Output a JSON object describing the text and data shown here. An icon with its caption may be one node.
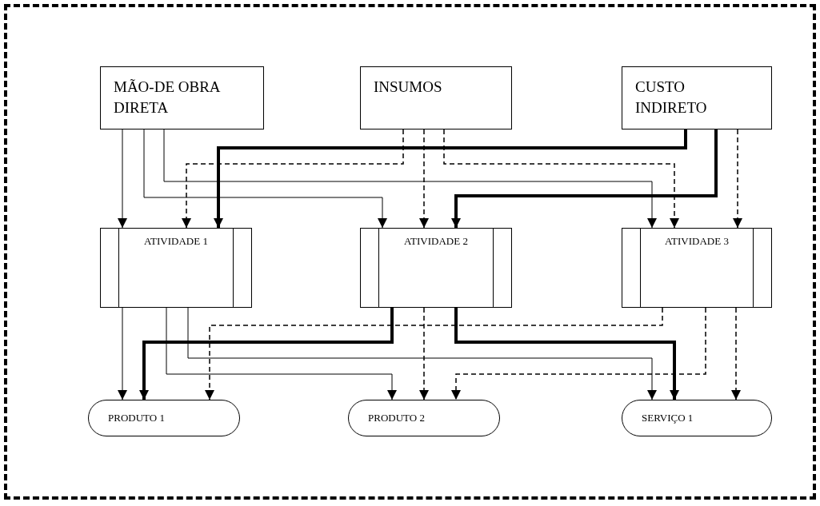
{
  "diagram": {
    "nodes": [
      {
        "text": [
          "MÃO-DE OBRA DIRETA"
        ]
      },
      {
        "text": [
          "INSUMOS"
        ]
      },
      {
        "text": [
          "CUSTO INDIRETO"
        ]
      },
      {
        "text": [
          "ATIVIDADE 1"
        ]
      },
      {
        "text": [
          "ATIVIDADE 2"
        ]
      },
      {
        "text": [
          "ATIVIDADE 3"
        ]
      },
      {
        "text": [
          "PRODUTO 1"
        ]
      },
      {
        "text": [
          "PRODUTO 2"
        ]
      },
      {
        "text": [
          "SERVIÇO 1"
        ]
      }
    ],
    "edges": [
      {
        "from": 0,
        "to": 3,
        "arrow": "to"
      },
      {
        "from": 0,
        "to": 4,
        "arrow": "to"
      },
      {
        "from": 0,
        "to": 5,
        "arrow": "to"
      },
      {
        "from": 1,
        "to": 3,
        "arrow": "to",
        "style": "dashed"
      },
      {
        "from": 1,
        "to": 4,
        "arrow": "to",
        "style": "dashed"
      },
      {
        "from": 1,
        "to": 5,
        "arrow": "to",
        "style": "dashed"
      },
      {
        "from": 2,
        "to": 3,
        "arrow": "to",
        "style": "thick"
      },
      {
        "from": 2,
        "to": 4,
        "arrow": "to",
        "style": "thick"
      },
      {
        "from": 2,
        "to": 5,
        "arrow": "to",
        "style": "dashed"
      },
      {
        "from": 3,
        "to": 6,
        "arrow": "to"
      },
      {
        "from": 3,
        "to": 7,
        "arrow": "to"
      },
      {
        "from": 3,
        "to": 8,
        "arrow": "to"
      },
      {
        "from": 4,
        "to": 6,
        "arrow": "to",
        "style": "thick"
      },
      {
        "from": 4,
        "to": 7,
        "arrow": "to",
        "style": "dashed"
      },
      {
        "from": 4,
        "to": 8,
        "arrow": "to",
        "style": "thick"
      },
      {
        "from": 5,
        "to": 6,
        "arrow": "to",
        "style": "dashed"
      },
      {
        "from": 5,
        "to": 7,
        "arrow": "to",
        "style": "dashed"
      },
      {
        "from": 5,
        "to": 8,
        "arrow": "to",
        "style": "dashed"
      }
    ]
  }
}
